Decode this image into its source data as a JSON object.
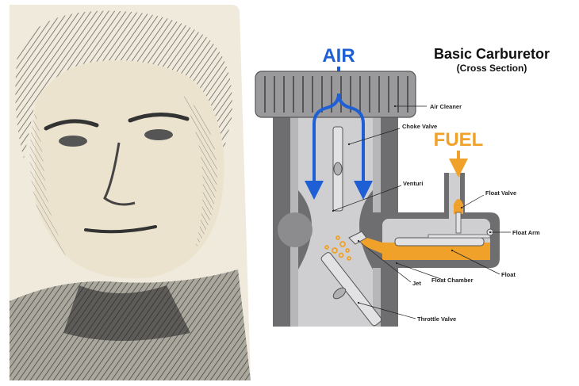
{
  "diagram": {
    "title": "Basic Carburetor",
    "subtitle": "(Cross Section)",
    "air_label": "AIR",
    "fuel_label": "FUEL",
    "parts": {
      "air_cleaner": "Air Cleaner",
      "choke_valve": "Choke Valve",
      "venturi": "Venturi",
      "float_valve": "Float Valve",
      "float_arm": "Float Arm",
      "float": "Float",
      "float_chamber": "Float Chamber",
      "jet": "Jet",
      "throttle_valve": "Throttle Valve"
    },
    "colors": {
      "air": "#1f5fd6",
      "fuel": "#f0a12a",
      "body": "#6e6e70",
      "body_light": "#9a9a9c",
      "passage": "#cfcfd1"
    }
  }
}
